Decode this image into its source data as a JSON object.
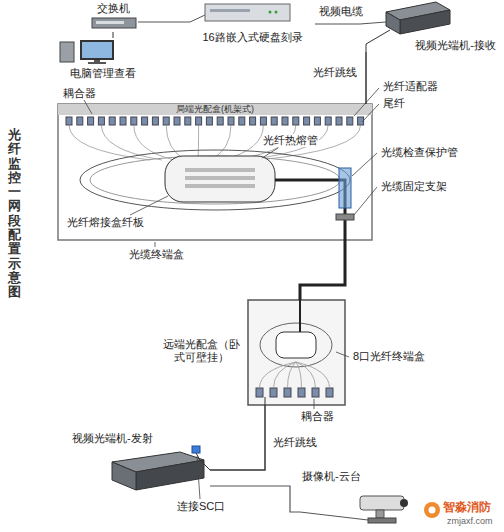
{
  "diagram": {
    "title": "光纤监控一网段配置示意图",
    "nodes": [
      {
        "text": [
          "交换机"
        ]
      },
      {
        "text": [
          "16路嵌入式硬盘刻录"
        ]
      },
      {
        "text": [
          "视频光端机-接收"
        ]
      },
      {
        "text": [
          "电脑管理查看"
        ]
      },
      {
        "text": [
          "局端光配盒(机架式)"
        ]
      },
      {
        "text": [
          "远端光配盒（卧式可壁挂）"
        ]
      },
      {
        "text": [
          "视频光端机-发射"
        ]
      },
      {
        "text": [
          "摄像机-云台"
        ]
      }
    ],
    "edges": [
      {
        "from": 0,
        "to": 1,
        "arrow": "none"
      },
      {
        "from": 0,
        "to": 3,
        "arrow": "none"
      },
      {
        "from": 1,
        "to": 2,
        "label": "视频电缆",
        "arrow": "none"
      },
      {
        "from": 2,
        "to": 4,
        "label": "光纤跳线",
        "arrow": "none"
      },
      {
        "from": 4,
        "to": 5,
        "arrow": "none"
      },
      {
        "from": 5,
        "to": 6,
        "label": "光纤跳线",
        "arrow": "none"
      },
      {
        "from": 6,
        "to": 7,
        "arrow": "none"
      }
    ],
    "labels": [
      "耦合器",
      "光纤适配器",
      "尾纤",
      "光纤热熔管",
      "光缆检查保护管",
      "光缆固定支架",
      "光纤熔接盒纤板",
      "光缆终端盒",
      "8口光纤终端盒",
      "耦合器",
      "连接SC口",
      "智淼消防",
      "zmjaxf.com"
    ]
  }
}
